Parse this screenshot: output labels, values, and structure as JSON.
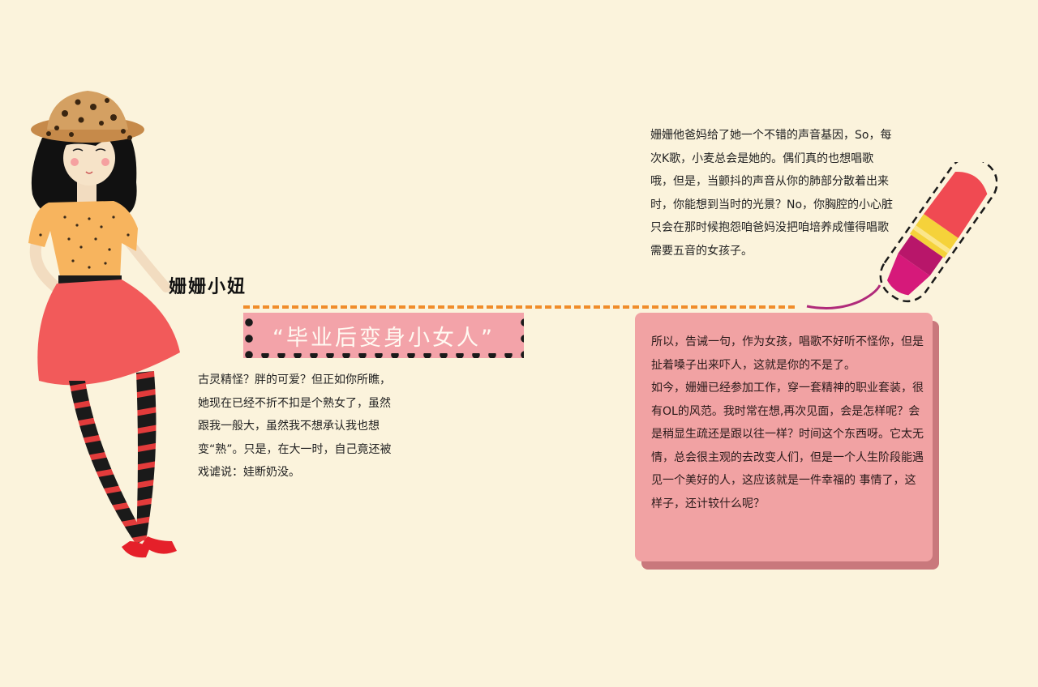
{
  "title": {
    "name": "姗姗小妞",
    "banner": "“毕业后变身小女人”"
  },
  "left_paragraph": "古灵精怪？胖的可爱？但正如你所瞧，她现在已经不折不扣是个熟女了，虽然跟我一般大，虽然我不想承认我也想变“熟”。只是，在大一时，自己竟还被戏谑说：娃断奶没。",
  "right_top_paragraph": "姗姗他爸妈给了她一个不错的声音基因，So，每次K歌，小麦总会是她的。偶们真的也想唱歌哦，但是，当颤抖的声音从你的肺部分散着出来时，你能想到当时的光景？No，你胸腔的小心脏只会在那时候抱怨咱爸妈没把咱培养成懂得唱歌需要五音的女孩子。",
  "card": {
    "paragraph_1": "所以，告诫一句，作为女孩，唱歌不好听不怪你，但是扯着嗓子出来吓人，这就是你的不是了。",
    "paragraph_2": "如今，姗姗已经参加工作，穿一套精神的职业套装，很有OL的风范。我时常在想,再次见面，会是怎样呢？会是稍显生疏还是跟以往一样？时间这个东西呀。它太无情，总会很主观的去改变人们，但是一个人生阶段能遇见一个美好的人，这应该就是一件幸福的 事情了，这样子，还计较什么呢？"
  },
  "colors": {
    "background": "#fbf3dc",
    "dash": "#f08c2a",
    "pink_card": "#f1a2a3",
    "banner_pink": "#f3a3a9",
    "skirt": "#f25a5a",
    "shirt": "#f7b45e"
  },
  "illustrations": [
    "girl-with-leopard-hat",
    "lipstick"
  ]
}
